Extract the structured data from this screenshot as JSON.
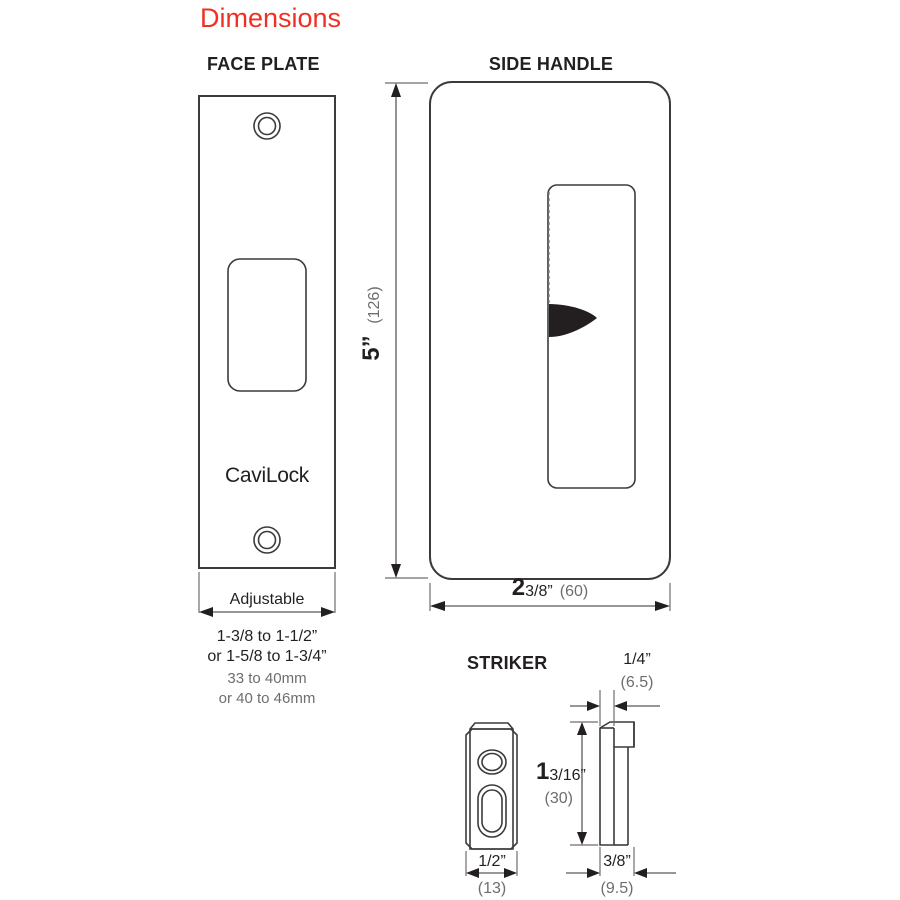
{
  "page": {
    "title": "Dimensions",
    "title_color": "#ee3124",
    "background": "#ffffff",
    "line_color": "#3b3b3d",
    "text_dark": "#231f20",
    "text_gray": "#6d6e71"
  },
  "face_plate": {
    "heading": "FACE PLATE",
    "logo": "CaviLock",
    "width_label": "Adjustable",
    "notes": [
      "1-3/8 to 1-1/2”",
      "or 1-5/8 to 1-3/4”"
    ],
    "notes_metric": [
      "33 to 40mm",
      "or 40 to 46mm"
    ],
    "features": [
      "top-screw-hole",
      "key-cutout",
      "bottom-screw-hole"
    ]
  },
  "side_handle": {
    "heading": "SIDE HANDLE",
    "height_dim": {
      "imperial": "5”",
      "metric": "(126)"
    },
    "width_dim": {
      "whole": "2",
      "fraction": "3/8”",
      "metric": "(60)"
    },
    "features": [
      "recessed-pull-panel",
      "thumb-latch"
    ]
  },
  "striker": {
    "heading": "STRIKER",
    "front_view": {
      "width_dim": {
        "imperial": "1/2”",
        "metric": "(13)"
      },
      "features": [
        "round-hole",
        "oval-slot"
      ]
    },
    "side_view": {
      "lip_dim": {
        "imperial": "1/4”",
        "metric": "(6.5)"
      },
      "height_dim": {
        "whole": "1",
        "fraction": "3/16”",
        "metric": "(30)"
      },
      "depth_dim": {
        "imperial": "3/8”",
        "metric": "(9.5)"
      }
    }
  }
}
